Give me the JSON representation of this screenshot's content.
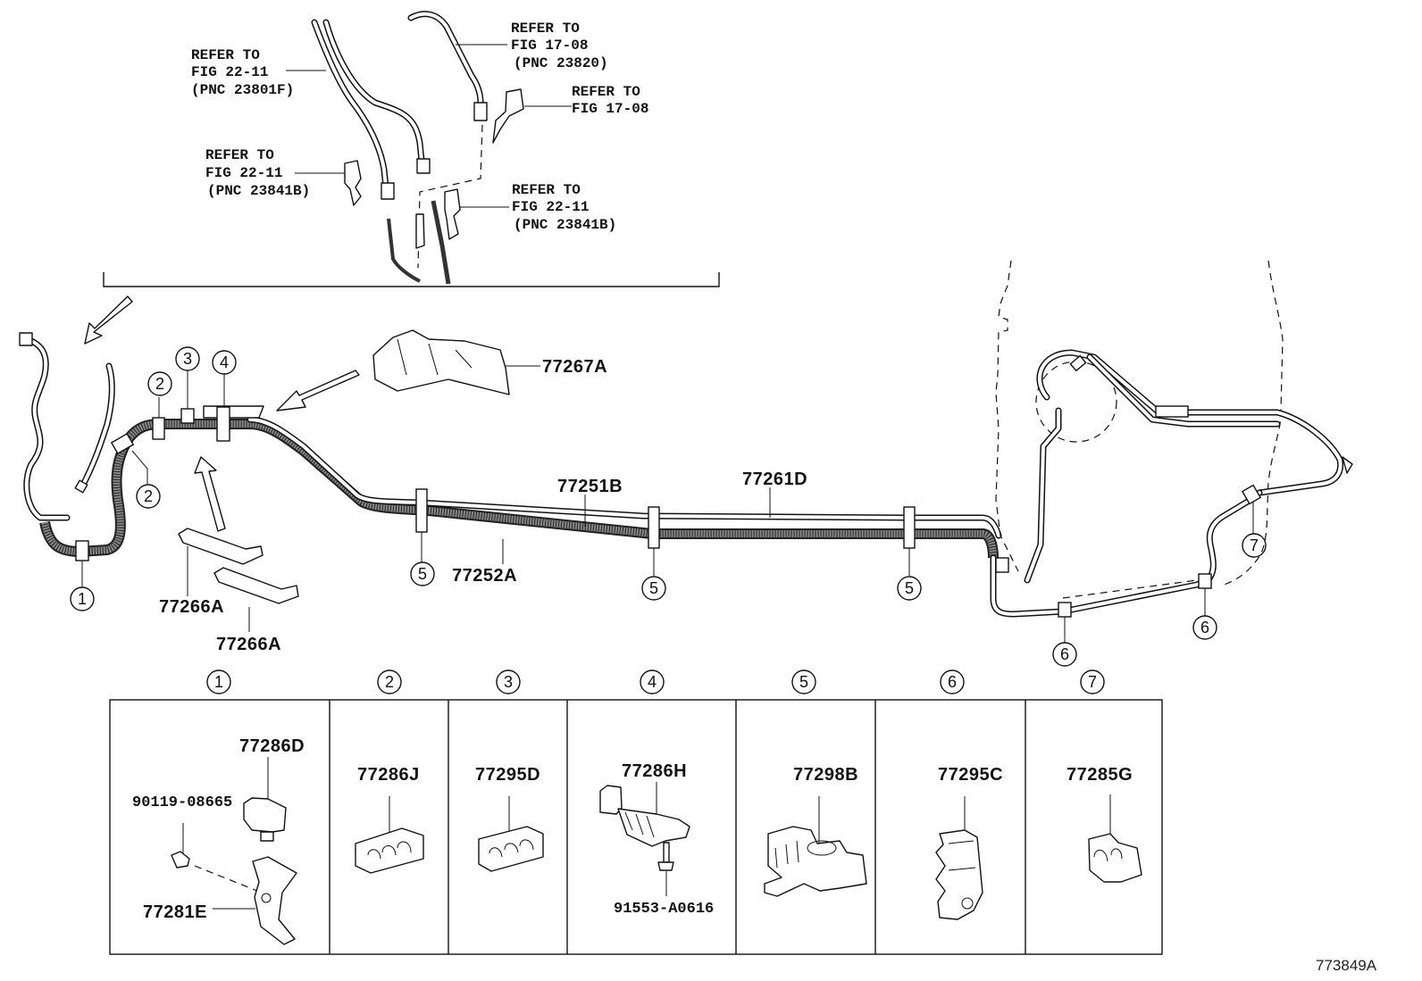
{
  "diagram": {
    "figure_id": "773849A",
    "arrow_icon": "arrow-icon",
    "references": [
      {
        "lines": [
          "REFER TO",
          "FIG 22-11",
          "(PNC 23801F)"
        ]
      },
      {
        "lines": [
          "REFER TO",
          "FIG 17-08",
          "(PNC 23820)"
        ]
      },
      {
        "lines": [
          "REFER TO",
          "FIG 17-08"
        ]
      },
      {
        "lines": [
          "REFER TO",
          "FIG 22-11",
          "(PNC 23841B)"
        ]
      },
      {
        "lines": [
          "REFER TO",
          "FIG 22-11",
          "(PNC 23841B)"
        ]
      }
    ],
    "part_labels": {
      "p77267A": "77267A",
      "p77251B": "77251B",
      "p77261D": "77261D",
      "p77252A": "77252A",
      "p77266A_1": "77266A",
      "p77266A_2": "77266A"
    },
    "callouts": {
      "c1": "1",
      "c2a": "2",
      "c2b": "2",
      "c3": "3",
      "c4": "4",
      "c5a": "5",
      "c5b": "5",
      "c5c": "5",
      "c6a": "6",
      "c6b": "6",
      "c7": "7"
    },
    "clamp_table": [
      {
        "index": "1",
        "parts": [
          "77286D",
          "90119-08665",
          "77281E"
        ]
      },
      {
        "index": "2",
        "parts": [
          "77286J"
        ]
      },
      {
        "index": "3",
        "parts": [
          "77295D"
        ]
      },
      {
        "index": "4",
        "parts": [
          "77286H",
          "91553-A0616"
        ]
      },
      {
        "index": "5",
        "parts": [
          "77298B"
        ]
      },
      {
        "index": "6",
        "parts": [
          "77295C"
        ]
      },
      {
        "index": "7",
        "parts": [
          "77285G"
        ]
      }
    ]
  }
}
